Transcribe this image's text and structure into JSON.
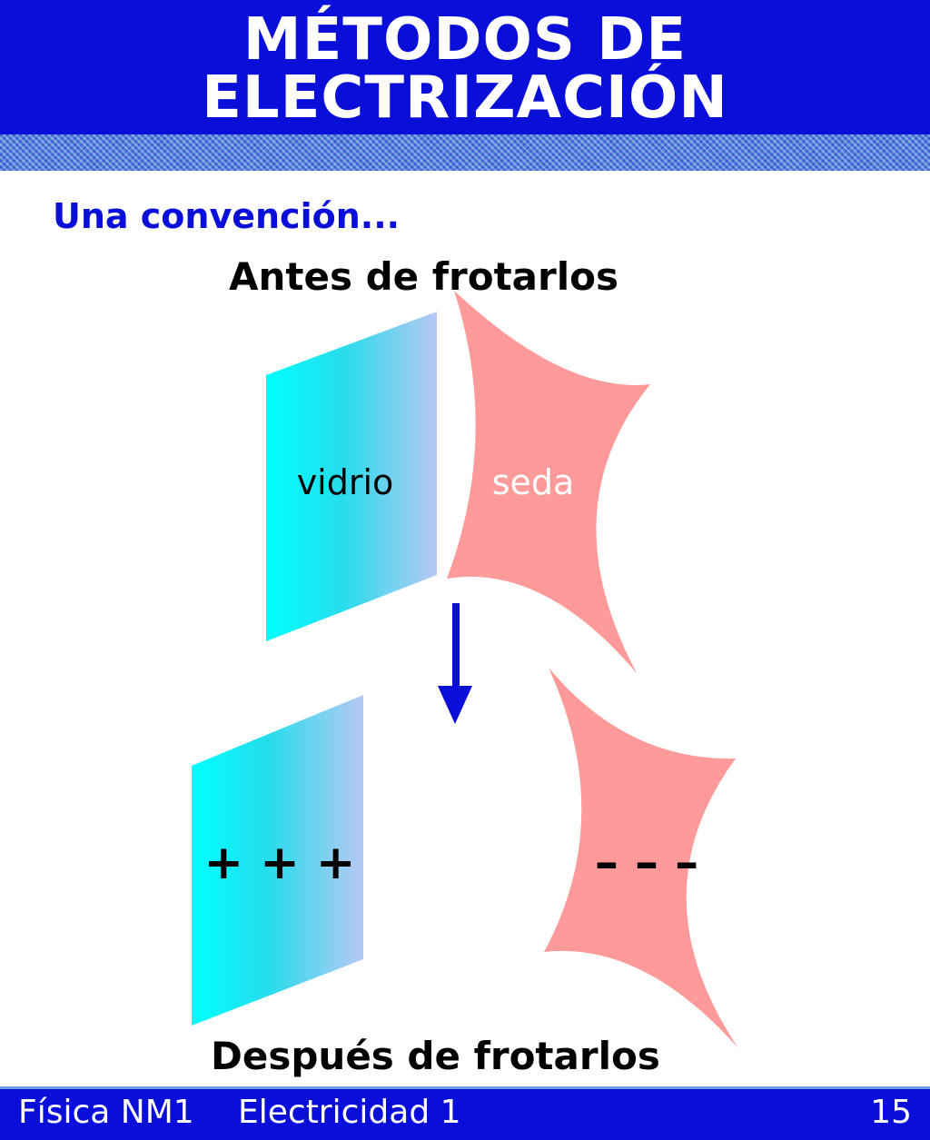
{
  "header": {
    "title_line1": "MÉTODOS DE",
    "title_line2": "ELECTRIZACIÓN",
    "background_color": "#0a0ed9"
  },
  "subtitle": "Una convención...",
  "diagram": {
    "before_caption": "Antes de frotarlos",
    "after_caption": "Después de frotarlos",
    "glass_label": "vidrio",
    "silk_label": "seda",
    "glass_charges": "+ + +",
    "silk_charges": "– – –",
    "glass_color": "#00ffff",
    "silk_color": "#ff9a9a",
    "arrow_color": "#0a0ed9",
    "arrow_icon": "down-arrow-icon"
  },
  "footer": {
    "course": "Física NM1",
    "topic": "Electricidad 1",
    "page_number": "15"
  }
}
